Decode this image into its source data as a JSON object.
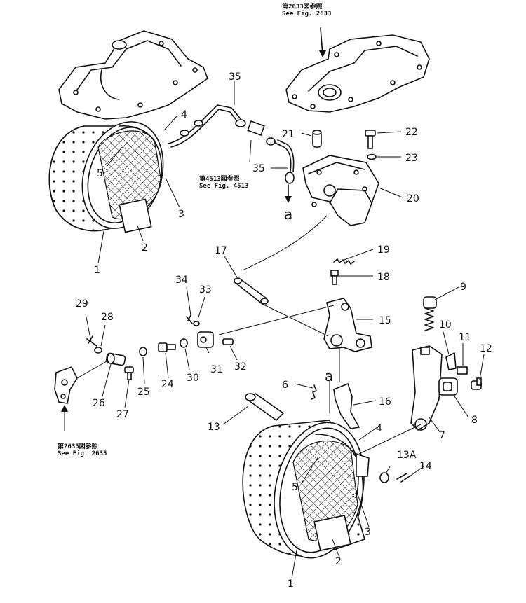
{
  "references": [
    {
      "id": "ref2633",
      "jp": "第2633図参照",
      "en": "See Fig. 2633"
    },
    {
      "id": "ref4513",
      "jp": "第4513図参照",
      "en": "See Fig. 4513"
    },
    {
      "id": "ref2635",
      "jp": "第2635図参照",
      "en": "See Fig. 2635"
    }
  ],
  "callouts": [
    {
      "id": "c35a",
      "text": "35"
    },
    {
      "id": "c4a",
      "text": "4"
    },
    {
      "id": "c5a",
      "text": "5"
    },
    {
      "id": "c3a",
      "text": "3"
    },
    {
      "id": "c2a",
      "text": "2"
    },
    {
      "id": "c1a",
      "text": "1"
    },
    {
      "id": "c21",
      "text": "21"
    },
    {
      "id": "c22",
      "text": "22"
    },
    {
      "id": "c23",
      "text": "23"
    },
    {
      "id": "c35b",
      "text": "35"
    },
    {
      "id": "c20",
      "text": "20"
    },
    {
      "id": "ca1",
      "text": "a"
    },
    {
      "id": "c17",
      "text": "17"
    },
    {
      "id": "c19",
      "text": "19"
    },
    {
      "id": "c18",
      "text": "18"
    },
    {
      "id": "c34",
      "text": "34"
    },
    {
      "id": "c33",
      "text": "33"
    },
    {
      "id": "c15",
      "text": "15"
    },
    {
      "id": "c9",
      "text": "9"
    },
    {
      "id": "c29",
      "text": "29"
    },
    {
      "id": "c28",
      "text": "28"
    },
    {
      "id": "c10",
      "text": "10"
    },
    {
      "id": "c11",
      "text": "11"
    },
    {
      "id": "c12",
      "text": "12"
    },
    {
      "id": "c31",
      "text": "31"
    },
    {
      "id": "c32",
      "text": "32"
    },
    {
      "id": "c30",
      "text": "30"
    },
    {
      "id": "c24",
      "text": "24"
    },
    {
      "id": "c25",
      "text": "25"
    },
    {
      "id": "c26",
      "text": "26"
    },
    {
      "id": "c27",
      "text": "27"
    },
    {
      "id": "c6",
      "text": "6"
    },
    {
      "id": "ca2",
      "text": "a"
    },
    {
      "id": "c16",
      "text": "16"
    },
    {
      "id": "c8",
      "text": "8"
    },
    {
      "id": "c7",
      "text": "7"
    },
    {
      "id": "c13",
      "text": "13"
    },
    {
      "id": "c4b",
      "text": "4"
    },
    {
      "id": "c13a",
      "text": "13A"
    },
    {
      "id": "c14",
      "text": "14"
    },
    {
      "id": "c5b",
      "text": "5"
    },
    {
      "id": "c3b",
      "text": "3"
    },
    {
      "id": "c2b",
      "text": "2"
    },
    {
      "id": "c1b",
      "text": "1"
    }
  ]
}
